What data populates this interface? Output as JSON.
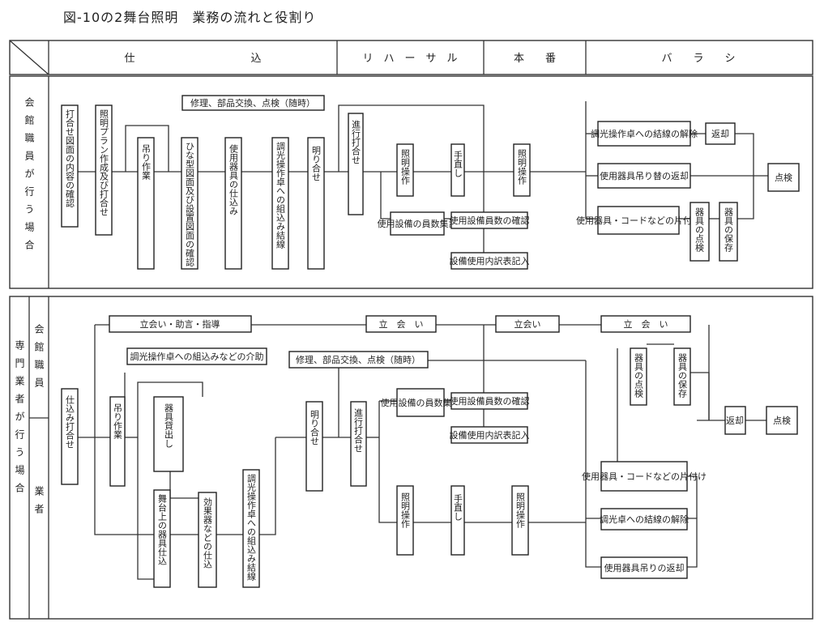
{
  "title": "図-10の2舞台照明　業務の流れと役割り",
  "header": {
    "phase_shikomi": "仕　　　　　　　　　　　込",
    "phase_rehearsal": "リ　ハ　ー　サ　ル",
    "phase_honban": "本　　番",
    "phase_barashi": "バ　　ラ　　シ"
  },
  "section1": {
    "label": "会館職員が行う場合",
    "boxes": {
      "b_uchiawase": "打合せ図面の内容の確認",
      "b_plan": "照明プラン作成及び打合せ",
      "b_tsuri": "吊り作業",
      "b_check": "ひな型図面及び設置図面の確認",
      "b_kiki": "使用器具の仕込み",
      "b_haisen": "調光操作卓への組込み結線",
      "b_akari": "明り合せ",
      "b_shinko": "進行打合せ",
      "b_top": "修理、部品交換、点検（随時）",
      "b_sousa1": "照明操作",
      "b_tenaoshi": "手直し",
      "b_sousa2": "照明操作",
      "b_hyouji": "使用設備の員数集計",
      "b_kakunin": "使用設備員数の確認",
      "b_kinyu": "設備使用内訳表記入",
      "b_koudou": "調光操作卓への結線の解除",
      "b_henkyaku": "返却",
      "b_kaijo": "使用器具吊り替の返却",
      "b_katazuke": "使用器具・コードなどの片付け",
      "b_kiki2": "器具の点検",
      "b_hozon": "器具の保存",
      "b_tenken": "点検"
    }
  },
  "section2": {
    "label": "専門業者が行う場合",
    "sub_kaikan": "会館職員",
    "sub_gyousha": "業者",
    "boxes": {
      "r_tachiai1": "立会い・助言・指導",
      "r_tachiai2": "立　会　い",
      "r_tachiai3": "立会い",
      "r_tachiai4": "立　会　い",
      "r_tyoukou": "調光操作卓への組込みなどの介助",
      "r_top": "修理、部品交換、点検（随時）",
      "r_kiki_check": "器具の点検",
      "r_hozon": "器具の保存",
      "r_shikomi": "仕込み打合せ",
      "r_tsuri": "吊り作業",
      "r_kashidashi": "器具貸出し",
      "r_butai": "舞台上の器具仕込",
      "r_effect": "効果器などの仕込",
      "r_haisen": "調光操作卓への組込み結線",
      "r_akari": "明り合せ",
      "r_shinko": "進行打合せ",
      "r_hyouji": "使用設備の員数集計",
      "r_kakunin": "使用設備員数の確認",
      "r_kinyu": "設備使用内訳表記入",
      "r_sousa1": "照明操作",
      "r_tenaoshi": "手直し",
      "r_sousa2": "照明操作",
      "r_katazuke": "使用器具・コードなどの片付け",
      "r_kaijo": "調光卓への結線の解除",
      "r_henkyaku2": "使用器具吊りの返却",
      "r_henkyaku": "返却",
      "r_tenken": "点検"
    }
  }
}
